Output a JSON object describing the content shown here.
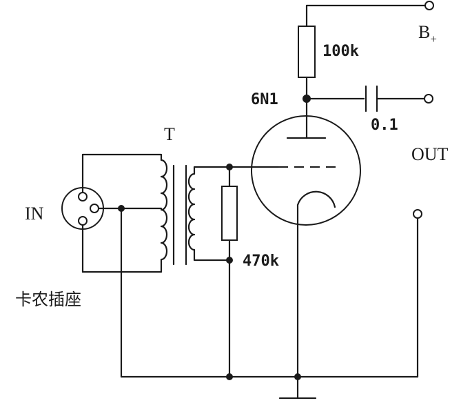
{
  "labels": {
    "b_plus_main": "B",
    "b_plus_sub": "+",
    "r_plate": "100k",
    "tube": "6N1",
    "cap": "0.1",
    "out": "OUT",
    "transformer": "T",
    "in": "IN",
    "r_grid": "470k",
    "connector": "卡农插座"
  }
}
